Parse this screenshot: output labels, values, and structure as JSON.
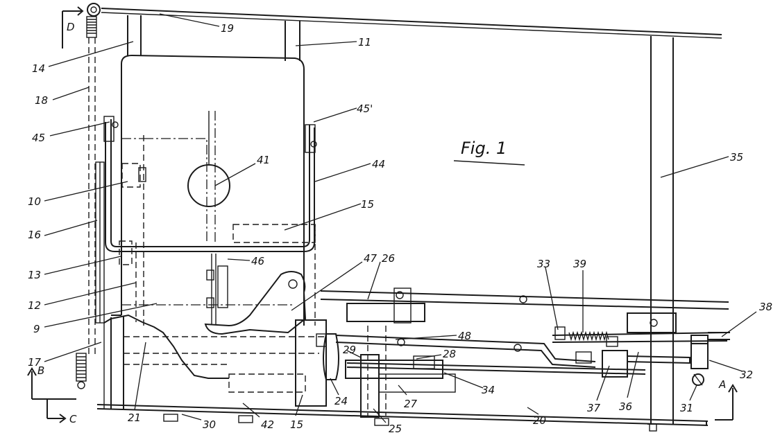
{
  "figure": {
    "title": "Fig. 1",
    "section_marks": [
      "B",
      "C",
      "A",
      "D"
    ]
  },
  "labels": {
    "l19": "19",
    "l11": "11",
    "l14": "14",
    "l18": "18",
    "l45": "45",
    "l45p": "45'",
    "l44": "44",
    "l35": "35",
    "l41": "41",
    "l10": "10",
    "l16": "16",
    "l15a": "15",
    "l13": "13",
    "l46": "46",
    "l47": "47",
    "l26": "26",
    "l33": "33",
    "l39": "39",
    "l38": "38",
    "l12": "12",
    "l9": "9",
    "l48": "48",
    "l17": "17",
    "l29": "29",
    "l28": "28",
    "l32": "32",
    "l24": "24",
    "l34": "34",
    "l27": "27",
    "l37": "37",
    "l36": "36",
    "l31": "31",
    "l21": "21",
    "l30": "30",
    "l42": "42",
    "l15b": "15",
    "l25": "25",
    "l20": "20"
  }
}
